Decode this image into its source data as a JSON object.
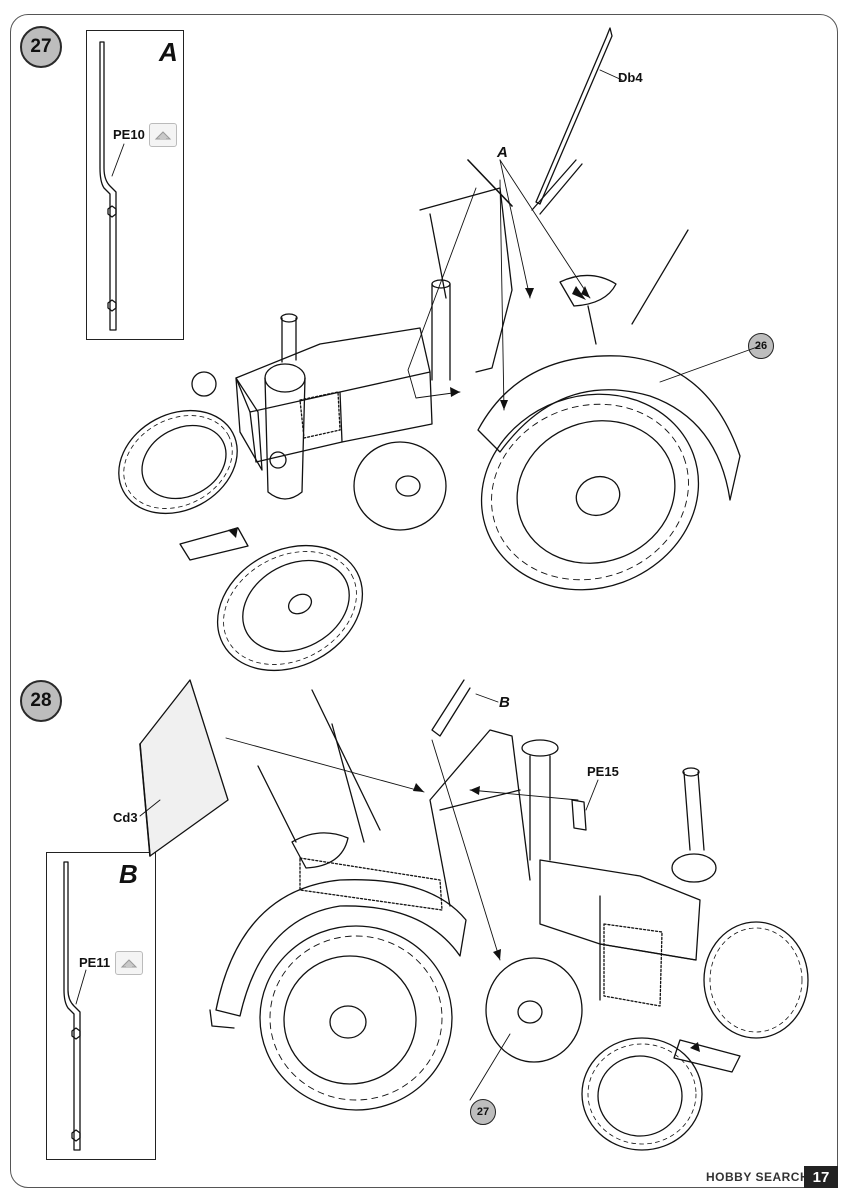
{
  "steps": [
    {
      "number": "27",
      "detail": {
        "letter": "A",
        "part": "PE10"
      },
      "labels": {
        "part_db4": "Db4",
        "detail_ref": "A",
        "callout": "26"
      }
    },
    {
      "number": "28",
      "detail": {
        "letter": "B",
        "part": "PE11"
      },
      "labels": {
        "part_cd3": "Cd3",
        "part_pe15": "PE15",
        "detail_ref": "B",
        "callout": "27"
      }
    }
  ],
  "footer": {
    "watermark": "HOBBY SEARCH",
    "page_number": "17"
  },
  "icons": [
    "etch-part-icon"
  ]
}
